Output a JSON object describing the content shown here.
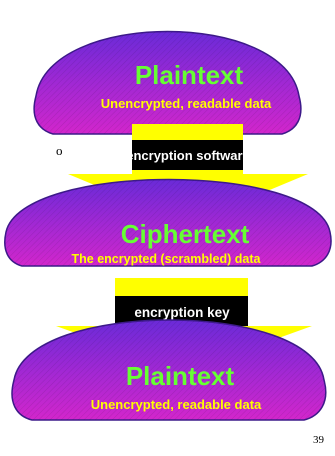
{
  "stages": [
    {
      "title": "Plaintext",
      "subtitle": "Unencrypted, readable data"
    },
    {
      "title": "Ciphertext",
      "subtitle": "The encrypted (scrambled) data"
    },
    {
      "title": "Plaintext",
      "subtitle": "Unencrypted, readable data"
    }
  ],
  "arrows": [
    {
      "label": "encryption software"
    },
    {
      "label": "encryption key"
    }
  ],
  "side_fragment": "o",
  "page_number": "39",
  "colors": {
    "disc_top": "#7a2bd6",
    "disc_bottom": "#c826d0",
    "rim": "#3d1a8a",
    "arrow_yellow": "#ffff00",
    "label_bg": "#000000",
    "title_green": "#66ff33",
    "subtitle_yellow": "#ffff00"
  }
}
